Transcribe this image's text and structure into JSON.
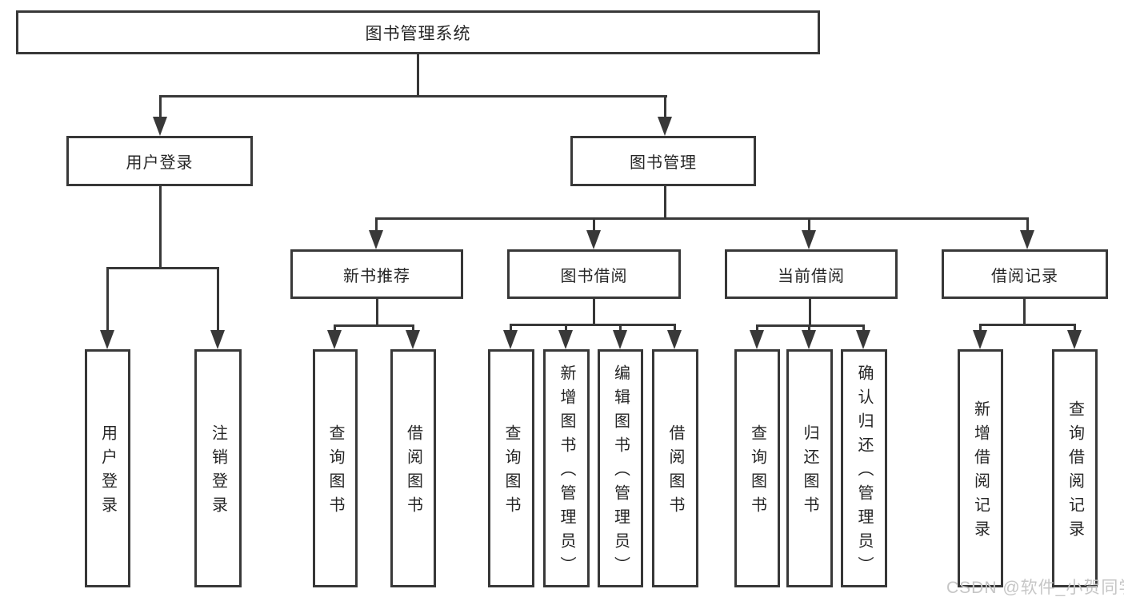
{
  "colors": {
    "line": "#383838",
    "text": "#262626",
    "box_background": "#ffffff",
    "watermark": "#c6c6c6"
  },
  "nodes": {
    "root": {
      "label": "图书管理系统"
    },
    "userLogin": {
      "label": "用户登录"
    },
    "bookMgmt": {
      "label": "图书管理"
    },
    "newBookRec": {
      "label": "新书推荐"
    },
    "bookBorrow": {
      "label": "图书借阅"
    },
    "currentBorrow": {
      "label": "当前借阅"
    },
    "borrowRecords": {
      "label": "借阅记录"
    },
    "loginLeaf": {
      "label": "用户登录"
    },
    "logoutLeaf": {
      "label": "注销登录"
    },
    "queryBook1": {
      "label": "查询图书"
    },
    "borrowBook1": {
      "label": "借阅图书"
    },
    "queryBook2": {
      "label": "查询图书"
    },
    "addBook": {
      "label": "新增图书（管理员）"
    },
    "editBook": {
      "label": "编辑图书（管理员）"
    },
    "borrowBook2": {
      "label": "借阅图书"
    },
    "queryBook3": {
      "label": "查询图书"
    },
    "returnBook": {
      "label": "归还图书"
    },
    "confirmReturn": {
      "label": "确认归还（管理员）"
    },
    "addRecord": {
      "label": "新增借阅记录"
    },
    "queryRecord": {
      "label": "查询借阅记录"
    }
  },
  "watermark": {
    "text": "CSDN @软件_小贺同学"
  }
}
